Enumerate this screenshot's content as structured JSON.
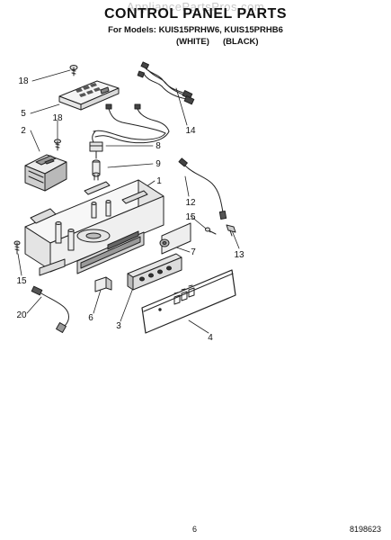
{
  "watermark": "AppliancePartsPros.com",
  "title": "CONTROL PANEL PARTS",
  "models": "For Models: KUIS15PRHW6, KUIS15PRHB6",
  "variants": {
    "white": "(WHITE)",
    "black": "(BLACK)"
  },
  "callouts": [
    "18",
    "5",
    "18",
    "2",
    "14",
    "8",
    "9",
    "1",
    "12",
    "15",
    "13",
    "7",
    "15",
    "20",
    "6",
    "3",
    "4"
  ],
  "footer": {
    "page": "6",
    "doc_number": "8198623"
  }
}
